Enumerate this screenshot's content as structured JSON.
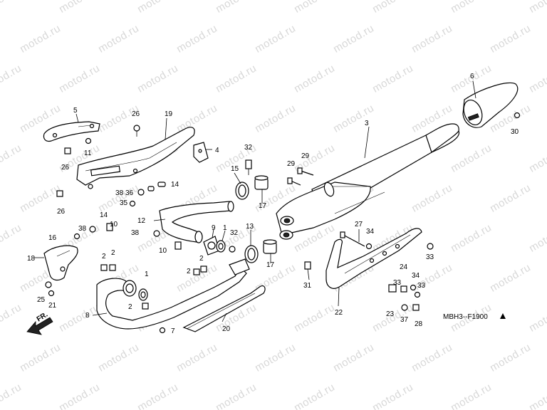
{
  "watermark": "motod.ru",
  "diagram_code": "MBH3--F1900",
  "direction_label": "FR.",
  "callouts": {
    "c1a": "1",
    "c1b": "1",
    "c2a": "2",
    "c2b": "2",
    "c2c": "2",
    "c2d": "2",
    "c2e": "2",
    "c3": "3",
    "c4": "4",
    "c5": "5",
    "c6": "6",
    "c7": "7",
    "c8": "8",
    "c9": "9",
    "c10a": "10",
    "c10b": "10",
    "c11": "11",
    "c12": "12",
    "c13": "13",
    "c14a": "14",
    "c14b": "14",
    "c15": "15",
    "c16": "16",
    "c17a": "17",
    "c17b": "17",
    "c18": "18",
    "c19": "19",
    "c20": "20",
    "c21": "21",
    "c22": "22",
    "c23": "23",
    "c24": "24",
    "c25": "25",
    "c26a": "26",
    "c26b": "26",
    "c26c": "26",
    "c27": "27",
    "c28": "28",
    "c29a": "29",
    "c29b": "29",
    "c30": "30",
    "c31": "31",
    "c32a": "32",
    "c32b": "32",
    "c33a": "33",
    "c33b": "33",
    "c33c": "33",
    "c34a": "34",
    "c34b": "34",
    "c35": "35",
    "c36": "36",
    "c37": "37",
    "c38a": "38",
    "c38b": "38",
    "c38c": "38"
  },
  "colors": {
    "line": "#000000",
    "watermark": "#d8d8d8",
    "background": "#ffffff"
  }
}
